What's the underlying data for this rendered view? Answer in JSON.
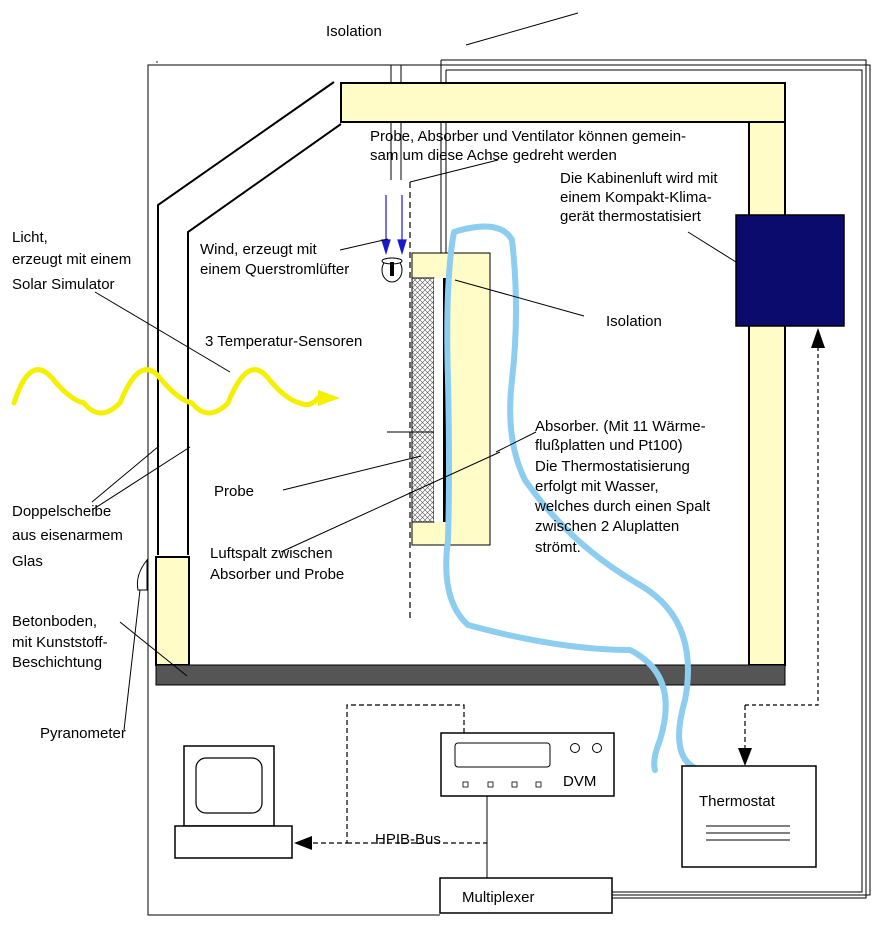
{
  "labels": {
    "isolation_top": "Isolation",
    "rotation_note_1": "Probe, Absorber und Ventilator können gemein-",
    "rotation_note_2": "sam um diese Achse gedreht werden",
    "cabin_air_1": "Die Kabinenluft wird mit",
    "cabin_air_2": "einem Kompakt-Klima-",
    "cabin_air_3": "gerät thermostatisiert",
    "light_1": "Licht,",
    "light_2": "erzeugt mit einem",
    "light_3": "Solar Simulator",
    "wind_1": "Wind, erzeugt mit",
    "wind_2": "einem Querstromlüfter",
    "isolation_mid": "Isolation",
    "sensors": "3 Temperatur-Sensoren",
    "absorber_1": "Absorber. (Mit 11 Wärme-",
    "absorber_2": "flußplatten und Pt100)",
    "absorber_3": "Die Thermostatisierung",
    "absorber_4": "erfolgt mit Wasser,",
    "absorber_5": "welches durch einen Spalt",
    "absorber_6": "zwischen 2 Aluplatten",
    "absorber_7": "strömt.",
    "probe": "Probe",
    "glass_1": "Doppelscheibe",
    "glass_2": "aus eisenarmem",
    "glass_3": "Glas",
    "airgap_1": "Luftspalt zwischen",
    "airgap_2": "Absorber und Probe",
    "floor_1": "Betonboden,",
    "floor_2": "mit Kunststoff-",
    "floor_3": "Beschichtung",
    "pyranometer": "Pyranometer",
    "dvm": "DVM",
    "thermostat": "Thermostat",
    "hpib": "HPIB-Bus",
    "multiplexer": "Multiplexer"
  },
  "colors": {
    "insulation_fill": "#fffcc8",
    "insulation_stroke": "#000000",
    "climate_unit": "#0b0b6e",
    "water_loop": "#8ccdf0",
    "light_wave": "#f5f000",
    "wind_arrows": "#1a1acc",
    "floor": "#555555"
  }
}
